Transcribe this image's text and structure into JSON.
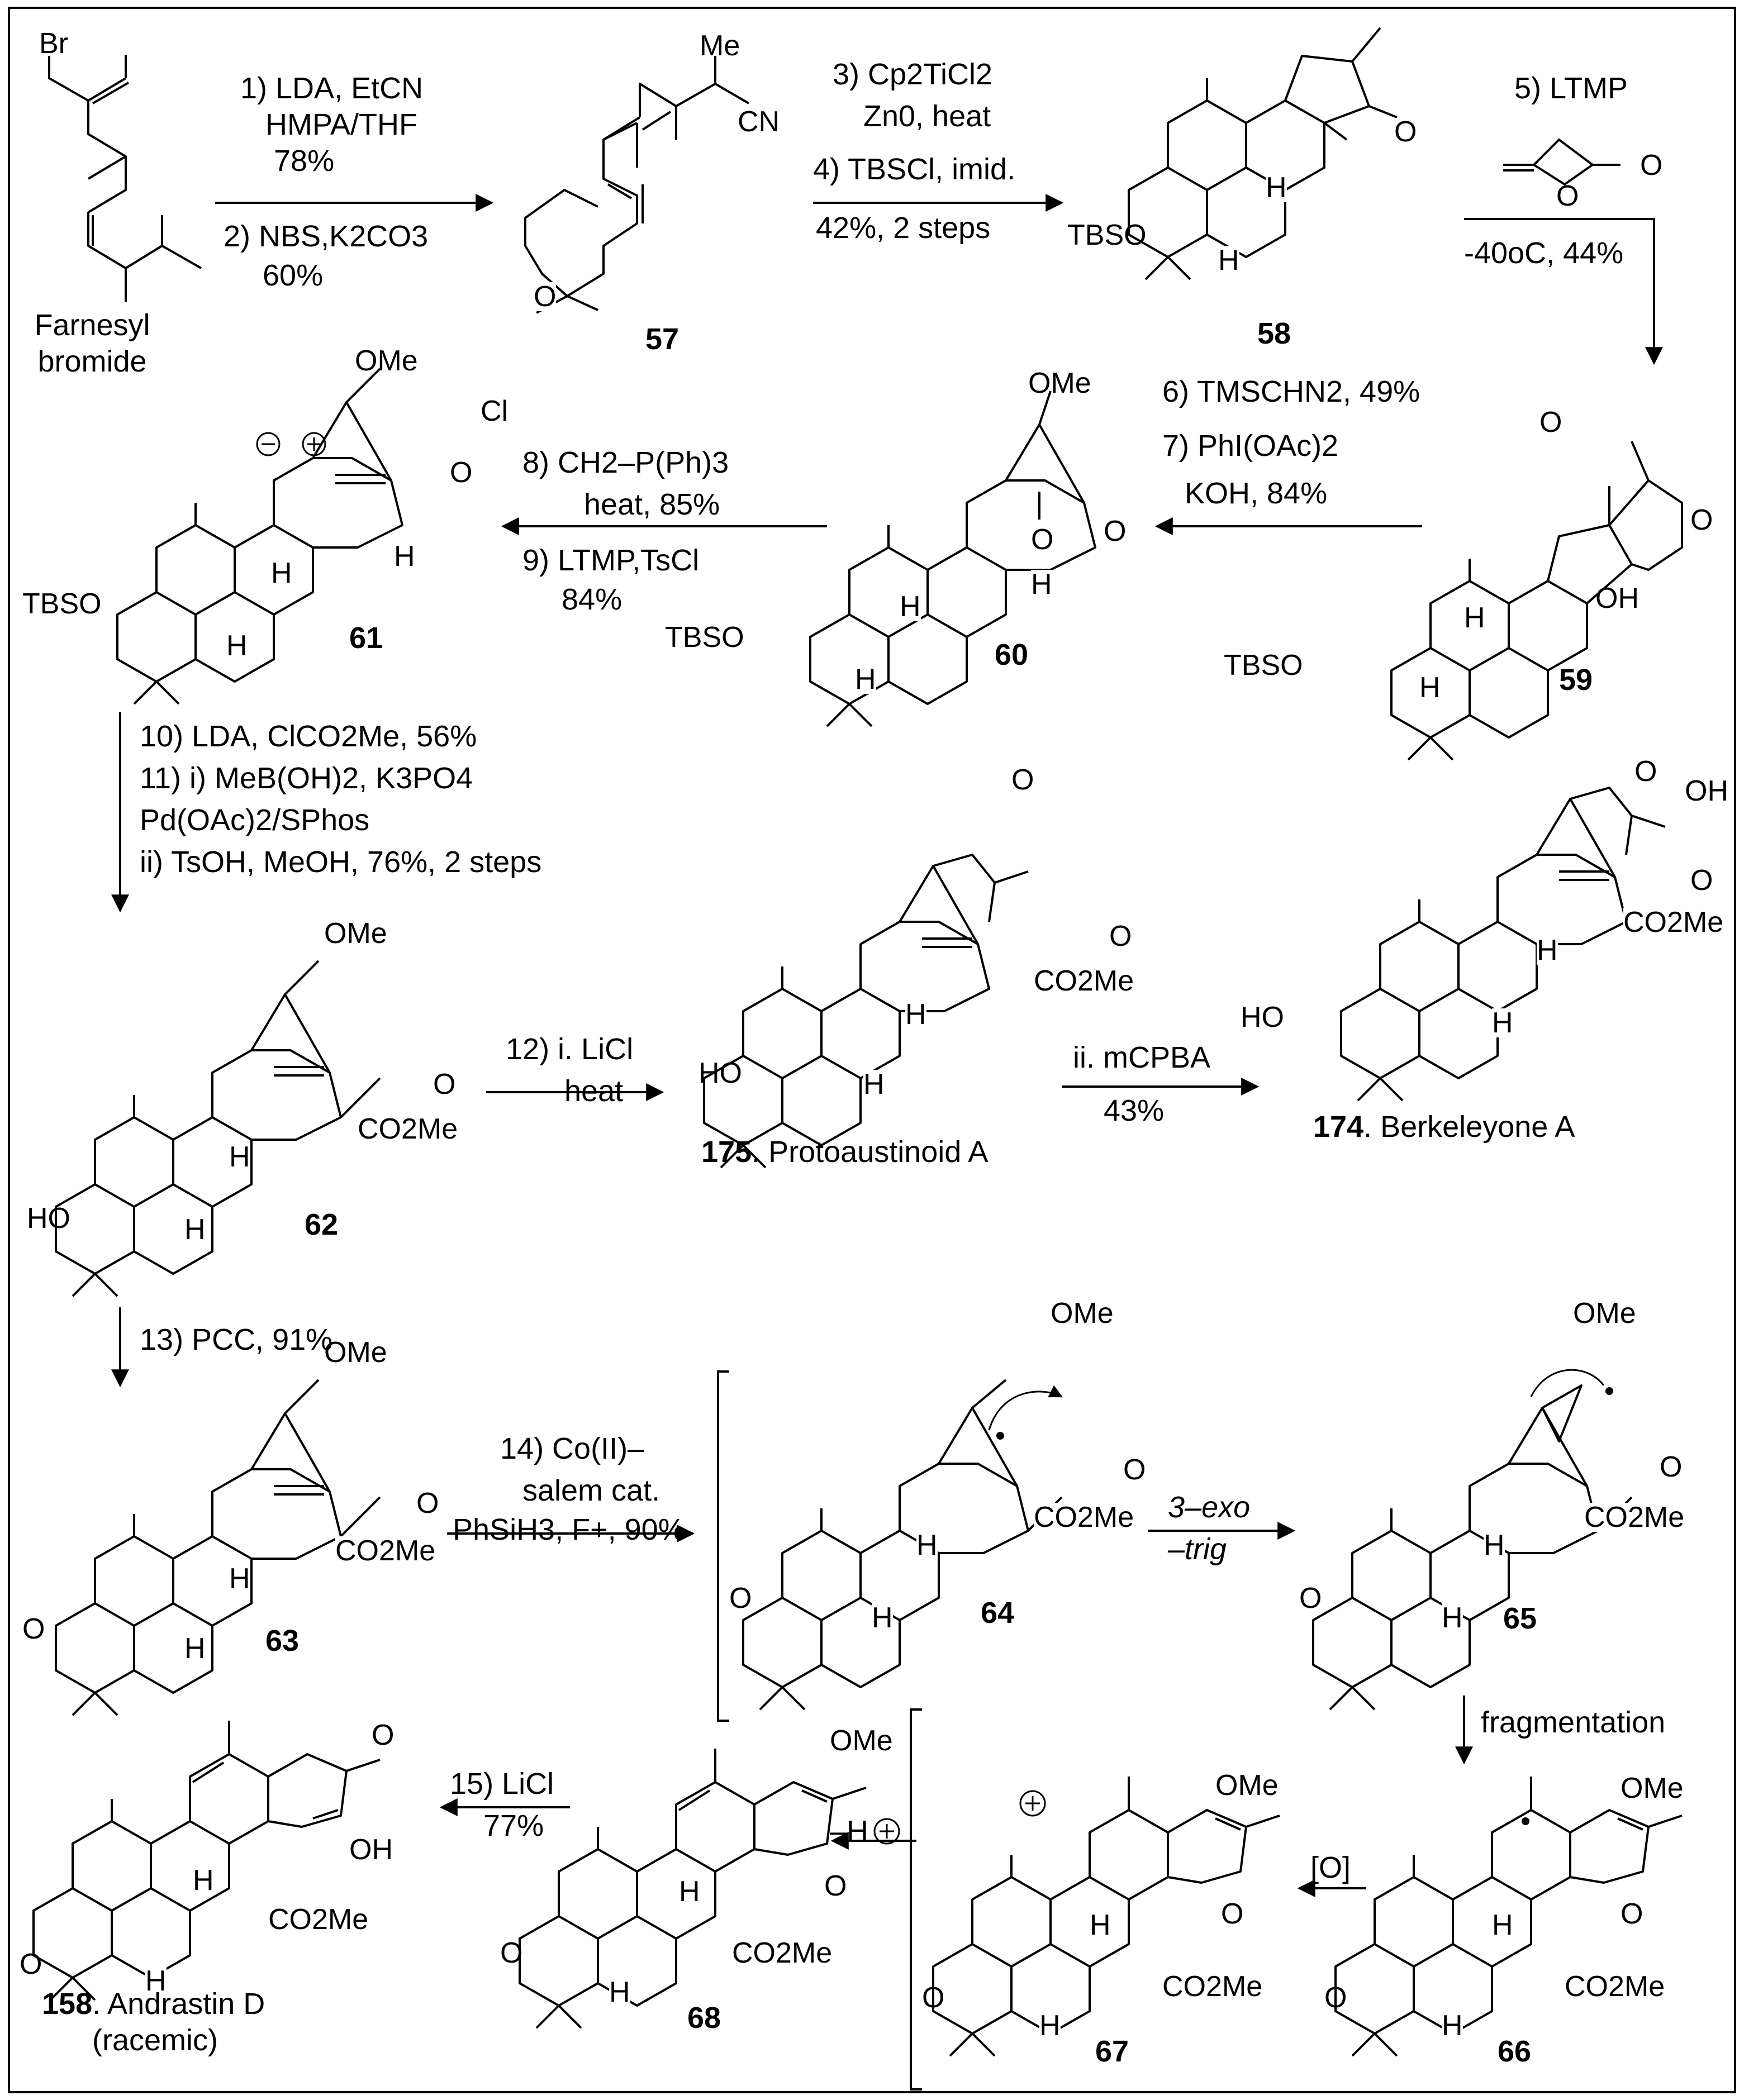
{
  "steps": {
    "s1": [
      "1) LDA, EtCN",
      "HMPA/THF",
      "78%"
    ],
    "s2": [
      "2) NBS,K2CO3",
      "60%"
    ],
    "s3": [
      "3) Cp2TiCl2",
      "Zn0, heat"
    ],
    "s4": [
      "4) TBSCl, imid.",
      "42%, 2 steps"
    ],
    "s5_label": "5)  LTMP",
    "s5_cond": "-40oC, 44%",
    "s6": "6) TMSCHN2, 49%",
    "s7": [
      "7) PhI(OAc)2",
      "KOH, 84%"
    ],
    "s8": [
      "8) CH2–P(Ph)3",
      "heat, 85%"
    ],
    "s9": [
      "9) LTMP,TsCl",
      "84%"
    ],
    "s10": "10) LDA, ClCO2Me, 56%",
    "s11": [
      "11) i) MeB(OH)2, K3PO4",
      "Pd(OAc)2/SPhos",
      "ii) TsOH, MeOH, 76%, 2 steps"
    ],
    "s12": [
      "12) i. LiCl",
      "heat"
    ],
    "s12b": [
      "ii. mCPBA",
      "43%"
    ],
    "s13": "13) PCC, 91%",
    "s14": [
      "14) Co(II)–",
      "salem cat.",
      "PhSiH3, F+, 90%"
    ],
    "s_exo": [
      "3–exo",
      "–trig"
    ],
    "s_frag": "fragmentation",
    "s_ox": "[O]",
    "s_deprot": "–H",
    "s15": [
      "15) LiCl",
      "77%"
    ]
  },
  "compounds": {
    "farnesyl": [
      "Farnesyl",
      "bromide"
    ],
    "c57": "57",
    "c58": "58",
    "c59": "59",
    "c60": "60",
    "c61": "61",
    "c62": "62",
    "c63": "63",
    "c64": "64",
    "c65": "65",
    "c66": "66",
    "c67": "67",
    "c68": "68",
    "c175_num": "175",
    "c175_name": ". Protoaustinoid A",
    "c174_num": "174",
    "c174_name": ". Berkeleyone A",
    "c158_num": "158",
    "c158_name": ". Andrastin D",
    "c158_note": "(racemic)"
  },
  "atoms": {
    "Br": "Br",
    "Me": "Me",
    "CN": "CN",
    "O": "O",
    "OMe": "OMe",
    "Cl": "Cl",
    "OH": "OH",
    "H": "H",
    "TBSO": "TBSO",
    "HO": "HO",
    "CO2Me": "CO2Me"
  }
}
